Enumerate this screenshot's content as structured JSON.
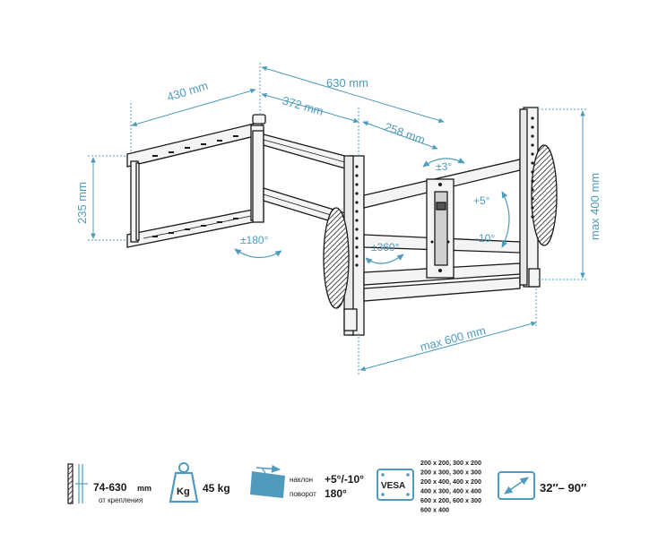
{
  "dimensions": {
    "arm_total": "630 mm",
    "arm_wall": "430 mm",
    "arm_mid": "372 mm",
    "arm_head": "258 mm",
    "wall_height": "235 mm",
    "max_height": "max 400 mm",
    "max_width": "max 600 mm"
  },
  "angles": {
    "swivel_wall": "±180°",
    "swivel_mid": "±360°",
    "level": "±3°",
    "tilt_up": "+5°",
    "tilt_down": "-10°"
  },
  "specs": {
    "distance_value": "74-630",
    "distance_unit": "mm",
    "distance_caption": "от крепления",
    "weight_icon_label": "Kg",
    "weight_value": "45 kg",
    "tilt_label": "наклон",
    "tilt_value": "+5°/-10°",
    "rotate_label": "поворот",
    "rotate_value": "180°",
    "vesa_label": "VESA",
    "vesa_lines": [
      "200 x 200, 300 x 200",
      "200 x 300, 300 x 300",
      "200 x 400, 400 x 200",
      "400 x 300, 400 x 400",
      "600 x 200, 600 x 300",
      "600 x 400"
    ],
    "screen_size": "32″– 90″"
  },
  "colors": {
    "accent": "#4f9bbd",
    "line": "#1a1a1a",
    "metal": "#f4f4f4"
  }
}
